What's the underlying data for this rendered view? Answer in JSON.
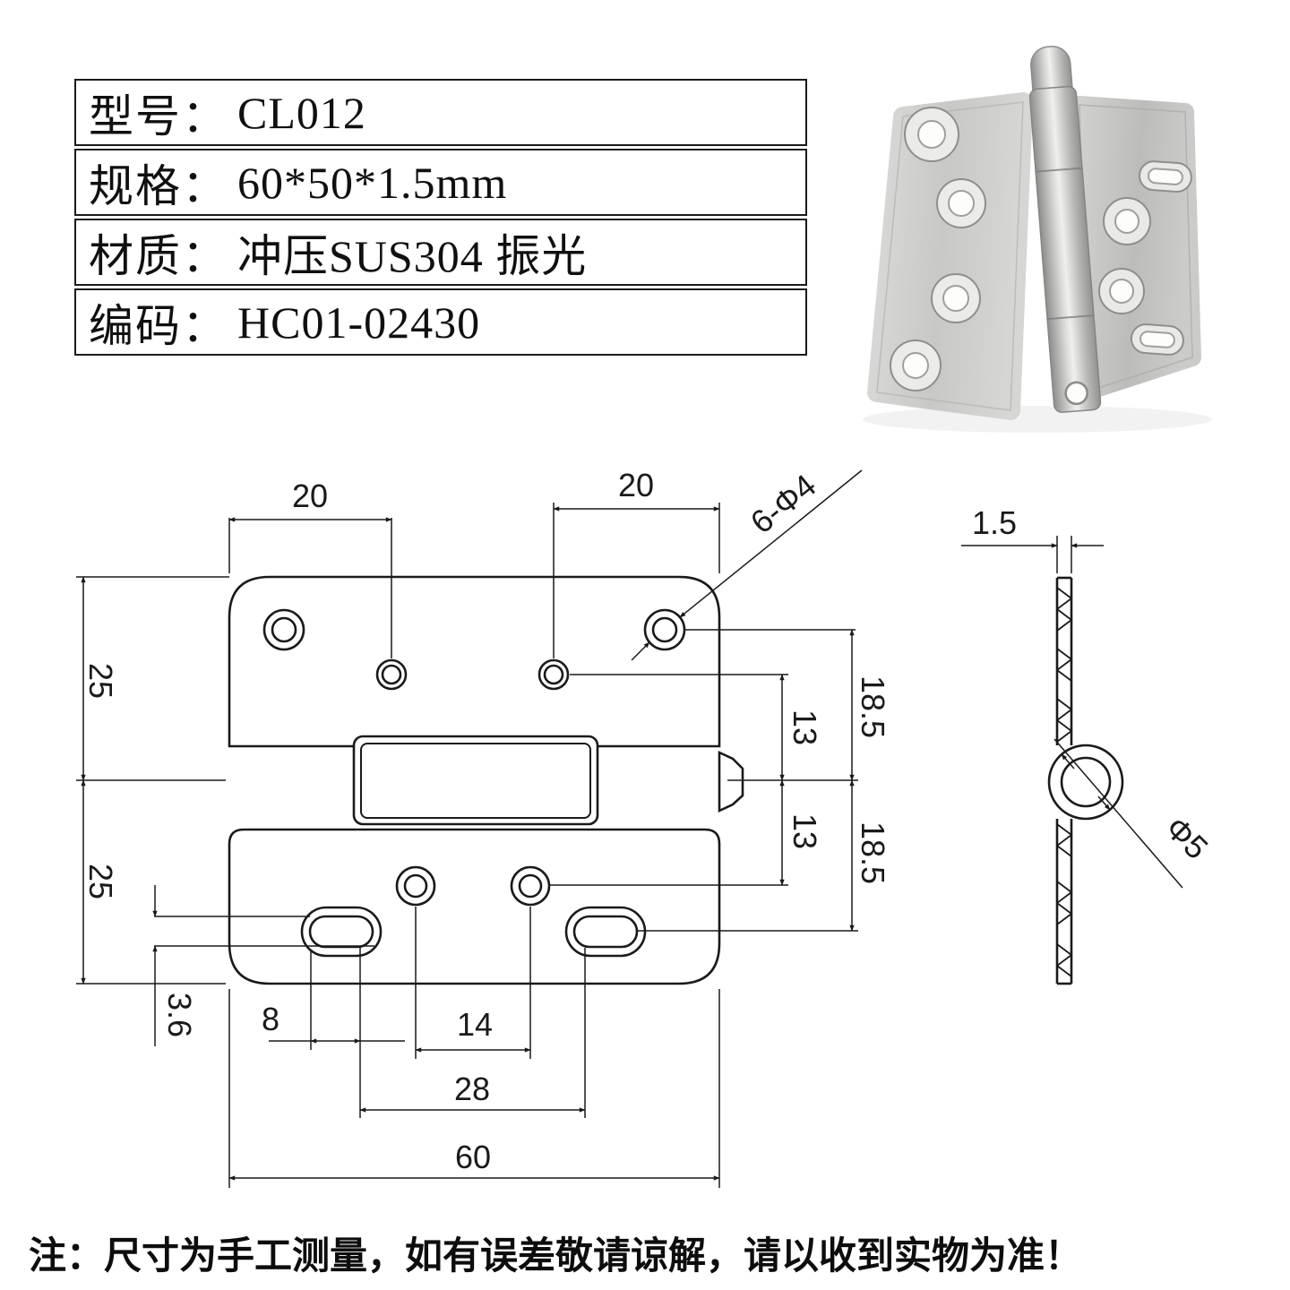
{
  "spec_table": {
    "rows": [
      {
        "label": "型号：",
        "value": "CL012"
      },
      {
        "label": "规格：",
        "value": "60*50*1.5mm"
      },
      {
        "label": "材质：",
        "value": "冲压SUS304 振光"
      },
      {
        "label": "编码：",
        "value": "HC01-02430"
      }
    ]
  },
  "dimensions": {
    "upper_left_hole_pitch": "20",
    "upper_right_hole_pitch": "20",
    "hole_callout": "6-Φ4",
    "upper_leaf_height": "25",
    "lower_leaf_height": "25",
    "upper_mid_hole_offset": "13",
    "lower_mid_hole_offset": "13",
    "upper_corner_hole_offset": "18.5",
    "lower_slot_offset": "18.5",
    "slot_width": "3.6",
    "slot_edge_offset": "8",
    "lower_hole_pitch": "14",
    "slot_pitch": "28",
    "overall_width": "60",
    "plate_thickness": "1.5",
    "pin_diameter": "Φ5"
  },
  "note": "注：尺寸为手工测量，如有误差敬请谅解，请以收到实物为准！",
  "colors": {
    "line": "#1c1c1c",
    "steel_light": "#dcdcda",
    "steel_mid": "#c6c6c4",
    "steel_dark": "#90908e"
  }
}
